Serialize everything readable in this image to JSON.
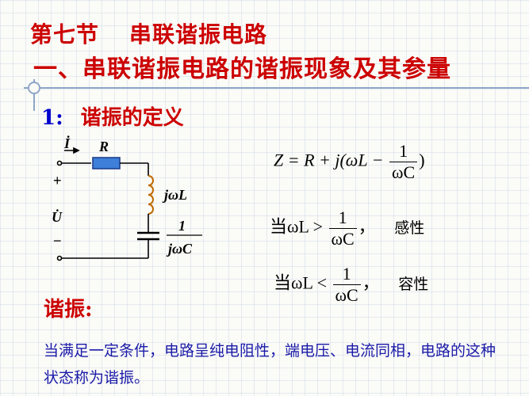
{
  "section": {
    "number": "第七节",
    "title": "串联谐振电路"
  },
  "heading": "一、串联谐振电路的谐振现象及其参量",
  "subheading": {
    "number": "1:",
    "title": "谐振的定义"
  },
  "circuit": {
    "current": "İ",
    "resistor": "R",
    "inductor": "jωL",
    "capacitor_num": "1",
    "capacitor_den": "jωC",
    "plus": "+",
    "minus": "−",
    "voltage": "U̇"
  },
  "formulas": {
    "impedance_prefix": "Z = R + j(ωL −",
    "impedance_num": "1",
    "impedance_den": "ωC",
    "impedance_suffix": ")",
    "inductive_prefix": "当ωL >",
    "inductive_num": "1",
    "inductive_den": "ωC",
    "inductive_comma": "，",
    "inductive_label": "感性",
    "capacitive_prefix": "当ωL <",
    "capacitive_num": "1",
    "capacitive_den": "ωC",
    "capacitive_comma": "，",
    "capacitive_label": "容性"
  },
  "resonance": {
    "label": "谐振:",
    "definition": "当满足一定条件，电路呈纯电阻性，端电压、电流同相，电路的这种状态称为谐振。"
  },
  "colors": {
    "title": "#cc0000",
    "definition": "#1a1aa8",
    "accent": "#0000cc",
    "decoration": "#8ea6c8"
  }
}
